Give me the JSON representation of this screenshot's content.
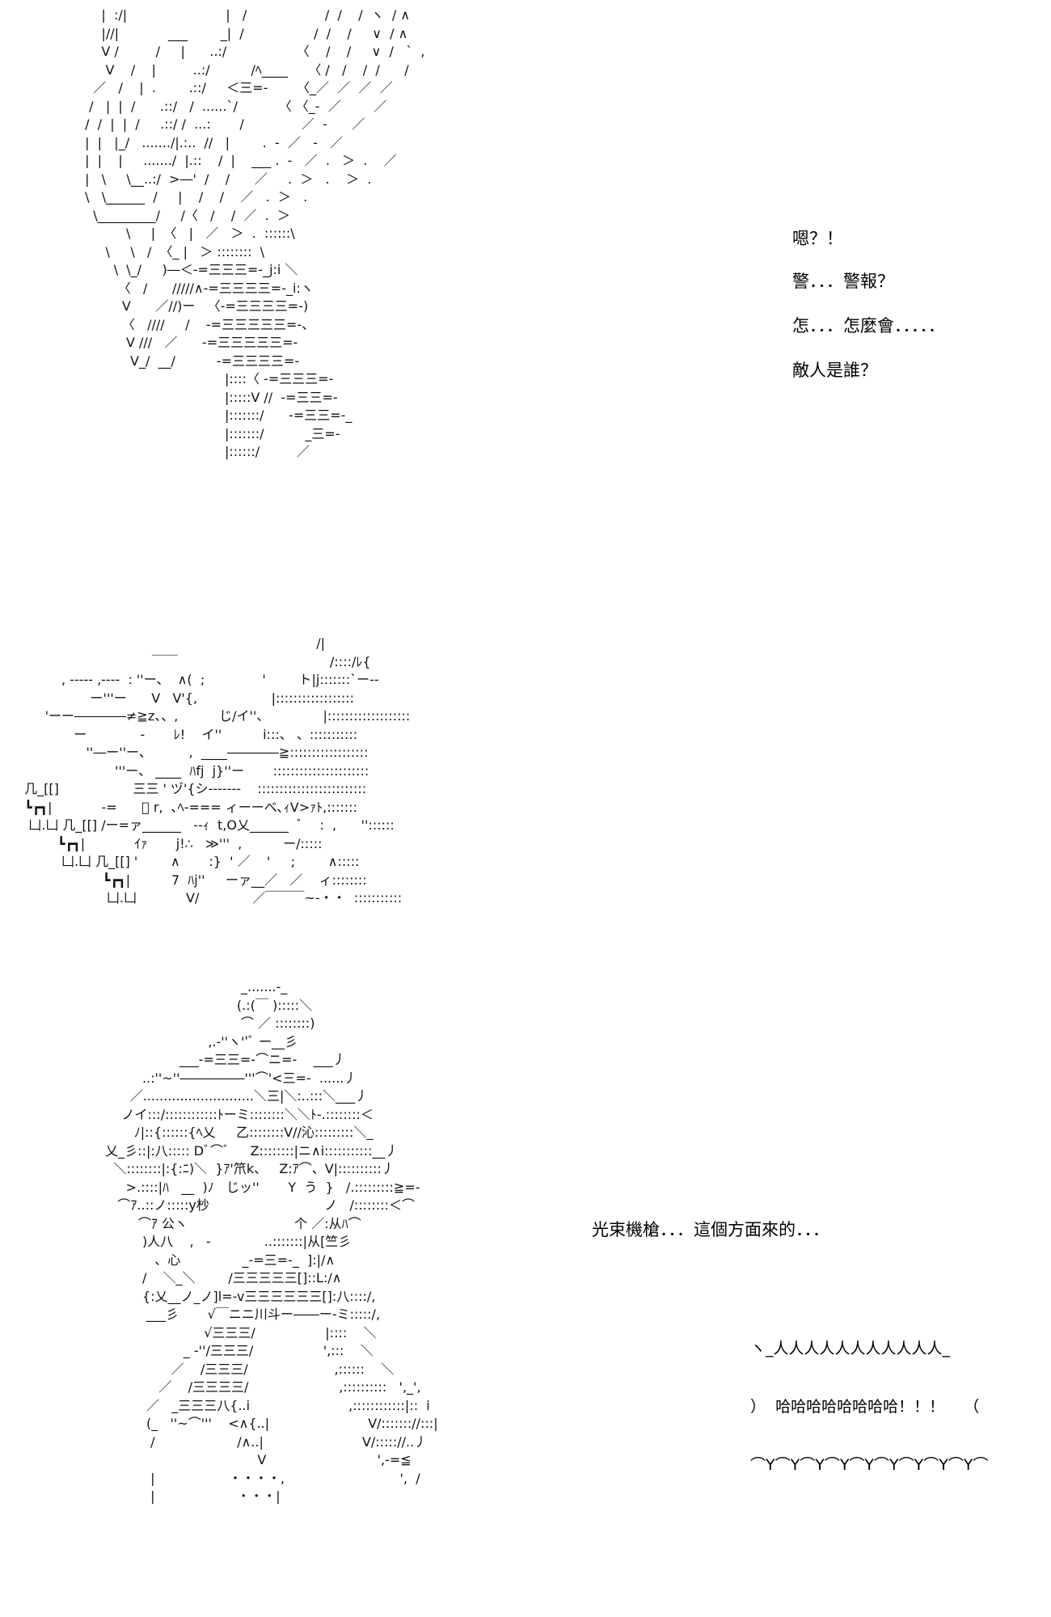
{
  "panels": [
    {
      "art_lines": [
        "     |  :/|                        |   /                   /  /    /  ヽ  / ∧",
        "     |//|            ___        _|  /                 /  /    /     ∨  / ∧",
        "     V /         /     |      ..:/                 〈    /    /     ∨  /   `  ,",
        "      V    /    |         ..:/          /ﾍ____     〈 /   /    /  /      /",
        "   ／   /    |  .        .::/     ＜三=-       〈_／  ／  ／  ／",
        "  /   |  |  /      .::/   /  ......`/          〈 〈_-  ／        ／",
        " /  /  |  |  /     .::/ /  ...:       /              ／  -      ／",
        " |  |   |_/   ......./|.:..  //   |        .  -  ／   -   ／",
        " |  |    |     ......./  |.::    /  |    ___ .  -   ／  .   ＞  .    ／",
        " |   \\     \\__..:/  >―'  /    /      ／     .  ＞   .    ＞  .",
        " \\   \\______  /     |    /    /    ／   .  ＞   .",
        "   \\_________/     /〈   /    /  ／  .  ＞",
        "           \\     |  〈   |   ／   ＞  .  ::::::\\",
        "      \\     \\   /  〈_ |   ＞ ::::::::  \\",
        "        \\  \\_/     )―＜-=三三三=-_j:i ＼",
        "         〈   /      /////∧-=三三三三=-_i:ヽ",
        "          V      ／//)ー   〈-=三三三三=-)",
        "          〈   ////     /    -=三三三三三=-、",
        "           V ///   ／      -=三三三三三=-",
        "            V_/  __/          -=三三三三=-",
        "                                   |::::〈 -=三三三=-",
        "                                   |:::::V //  -=三三=-",
        "                                   |:::::::/      -=三三=-_",
        "                                   |:::::::/          _三=-",
        "                                   |::::::/         ／"
      ]
    },
    {
      "art_lines": [
        "                                                                         /|",
        "                                 ￣￣                                     /::::/ﾚ{",
        "           , ----- ,----  : ''ー、  ∧(  ;              '        ト|j:::::::`ー--",
        "                  ー'''ー      V   V'{,                  |::::::::::::::::::",
        "       'ーー――――≠≧z、、,          じ/イ''、             |:::::::::::::::::::",
        "              ー             -       ﾚ!    イ''          i:::、 、:::::::::::",
        "                 ''―ー''ー、         ,  ____――――≧::::::::::::::::::",
        "                        '''ー、 ____  ﾊfj  j}''ー       ::::::::::::::::::::::",
        "  几_[[]                  三三 ' ヅ'{シ-------    :::::::::::::::::::::::::",
        "  ┗┏┓|            -=      ﾞ r,  ､ﾍ-=== ィーーべ､ｨV>ｧﾄ,:::::::",
        "   凵.凵 几_[[] /ー=ァ______   -‐ｨ  t,O乂______  ﾞ    :  ,      ''::::::",
        "          ┗┏┓|            ｲｧ       j!∴   ≫'''  ,          ー/:::::",
        "           凵.凵 几_[[] '        ∧       :}  ' ／    '     ;        ∧:::::",
        "                     ┗┏┓|          7  ﾊj''     ーァ__／   ／    ィ::::::::",
        "                      凵.凵            V/             ／￣￣￣~-・・  :::::::::::"
      ]
    },
    {
      "art_lines": [
        "                                   _.......-_",
        "                                  (.:(￣ ):::::＼",
        "                                   ⌒ ／ ::::::::)",
        "                           ,.-''ヽ''ﾞ ー__彡",
        "                    ___-=三三=-⌒ニ=-    ___丿",
        "           ..:''~''―――――'''⌒'<三=-  ......丿",
        "        ／...........................＼三|＼:..:::＼___丿",
        "      ノイ:::/::::::::::::ﾄーミ::::::::＼＼ﾄ-.::::::::＜",
        "         ﾉ|::{::::::{ﾍ乂     乙::::::::V//沁:::::::::＼_",
        "  乂_彡::|:八::::: Dﾞ⌒ﾞ     Z::::::::|ニ∧i:::::::::::__丿",
        "    ＼::::::::|:{:ﾆ)＼  }ｱ'笊k、   Z:ｱ⌒、V|::::::::::丿",
        "       >.::::|ﾊ   __  )ﾉ   じッ''       Y  う  }   /.:::::::::≧=-",
        "     ⌒ｱ..::ノ:::::y杪                            ノ   /::::::::＜⌒",
        "          ⌒ｱ 公ヽ                          个 ／:从ﾊ⌒",
        "           )人八    ,   -             ..:::::::|从[竺彡",
        "              、心               _-=三=-_  ]:|/∧",
        "           /    ＼_＼        /三三三三三[]::L:/∧",
        "           {:乂__ノ_ノ]l=-v三三三三三三[]:八::::/,",
        "            ___彡       √￣ニニ川斗ー――ー-ミ:::::/,",
        "                          √三三三/                 |::::    ＼",
        "                     _ -''/三三三/                 ',:::    ＼",
        "                  ／    /三三三/                     ,::::::    ＼",
        "               ／    /三三三三/                      ,::::::::::   ',_',",
        "            ／   _三三三八{..i                        ,::::::::::::|::  i",
        "            (_   ''~⌒'''    <∧{..|                        V/::::::://:::|",
        "             /                    /∧..|                        V/::::://..丿",
        "                                       V                           ',-=≦",
        "             |                  ・・・・,                            ',  /",
        "             |                    ・・・|"
      ]
    }
  ],
  "dialogue": {
    "line1": "嗯？！",
    "line2": "警．．．警報？",
    "line3": "怎．．．怎麼會．．．．．",
    "line4": "敵人是誰？",
    "line5": "光束機槍．．．這個方面來的．．．"
  },
  "shout_burst": {
    "top": "ヽ_人人人人人人人人人人人_",
    "text": "）  哈哈哈哈哈哈哈哈！！！    （",
    "bottom": "⌒Y⌒Y⌒Y⌒Y⌒Y⌒Y⌒Y⌒Y⌒Y⌒"
  }
}
